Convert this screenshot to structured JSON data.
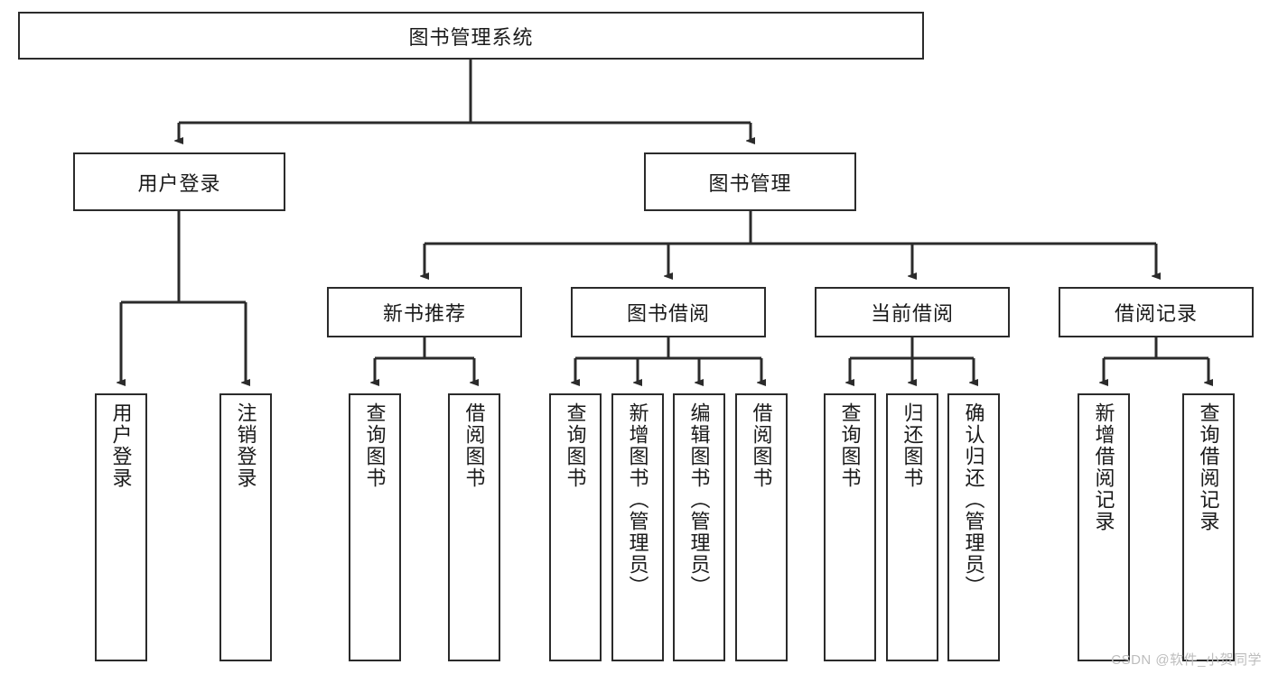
{
  "diagram": {
    "title": "图书管理系统",
    "watermark": "CSDN @软件_小贺同学",
    "nodes": {
      "root": "图书管理系统",
      "l2": {
        "user_login": "用户登录",
        "book_manage": "图书管理"
      },
      "l3": {
        "new_book_rec": "新书推荐",
        "book_borrow": "图书借阅",
        "current_borrow": "当前借阅",
        "borrow_record": "借阅记录"
      },
      "leaves": {
        "user_login_1": "用户登录",
        "user_login_2": "注销登录",
        "new_book_rec_1": "查询图书",
        "new_book_rec_2": "借阅图书",
        "book_borrow_1": "查询图书",
        "book_borrow_2": "新增图书（管理员）",
        "book_borrow_3": "编辑图书（管理员）",
        "book_borrow_4": "借阅图书",
        "current_borrow_1": "查询图书",
        "current_borrow_2": "归还图书",
        "current_borrow_3": "确认归还（管理员）",
        "borrow_record_1": "新增借阅记录",
        "borrow_record_2": "查询借阅记录"
      }
    },
    "colors": {
      "stroke": "#2b2b2b",
      "fill": "#ffffff",
      "text": "#1a1a1a",
      "watermark": "#bdbdbd"
    }
  }
}
